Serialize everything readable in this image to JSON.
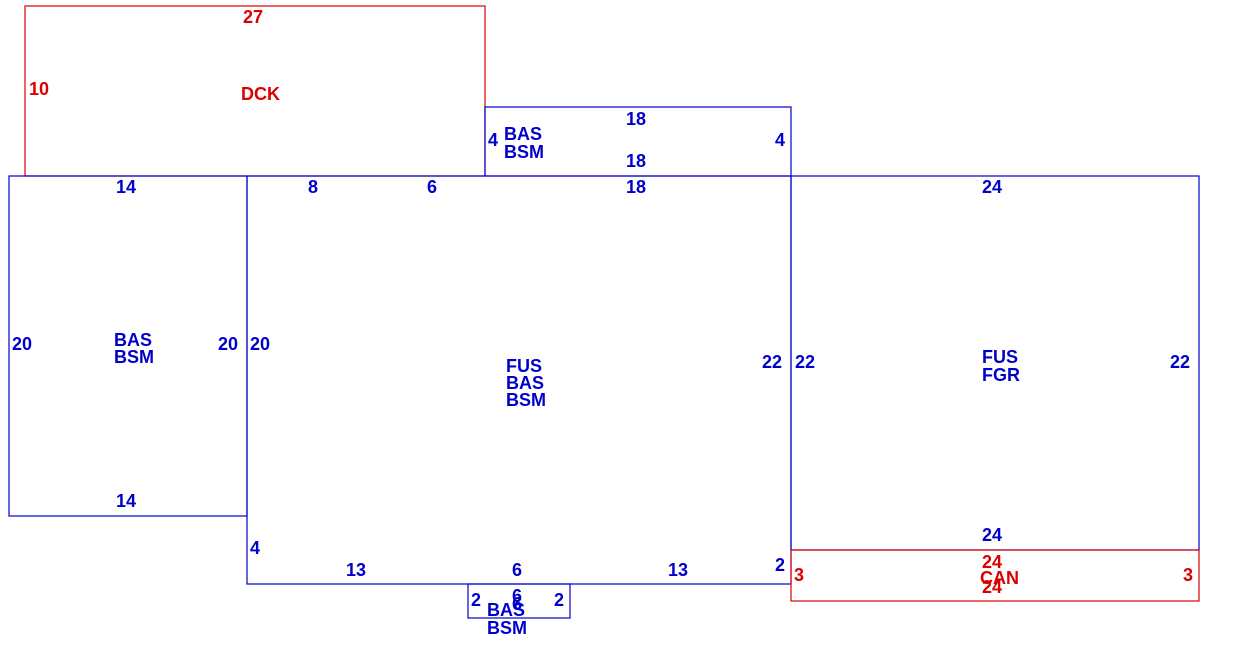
{
  "colors": {
    "main": "#0000cc",
    "accent": "#dd0000"
  },
  "deck": {
    "code": "DCK",
    "top": "27",
    "left": "10"
  },
  "upper_bump": {
    "line1": "BAS",
    "line2": "BSM",
    "top": "18",
    "bottom": "18",
    "left": "4",
    "right": "4"
  },
  "left_wing": {
    "line1": "BAS",
    "line2": "BSM",
    "top": "14",
    "bottom": "14",
    "left": "20",
    "right": "20"
  },
  "main_block": {
    "line1": "FUS",
    "line2": "BAS",
    "line3": "BSM",
    "top_a": "8",
    "top_b": "6",
    "top_c": "18",
    "left": "20",
    "right": "22",
    "left_lower": "4",
    "right_lower": "2",
    "bottom_a": "13",
    "bottom_b": "6",
    "bottom_c": "13"
  },
  "garage": {
    "line1": "FUS",
    "line2": "FGR",
    "top": "24",
    "bottom": "24",
    "left": "22",
    "right": "22"
  },
  "canopy": {
    "code": "CAN",
    "top": "24",
    "bottom": "24",
    "left": "3",
    "right": "3"
  },
  "small_bump": {
    "line1": "BAS",
    "line2": "BSM",
    "top": "6",
    "mid": "6",
    "left": "2",
    "right": "2"
  }
}
